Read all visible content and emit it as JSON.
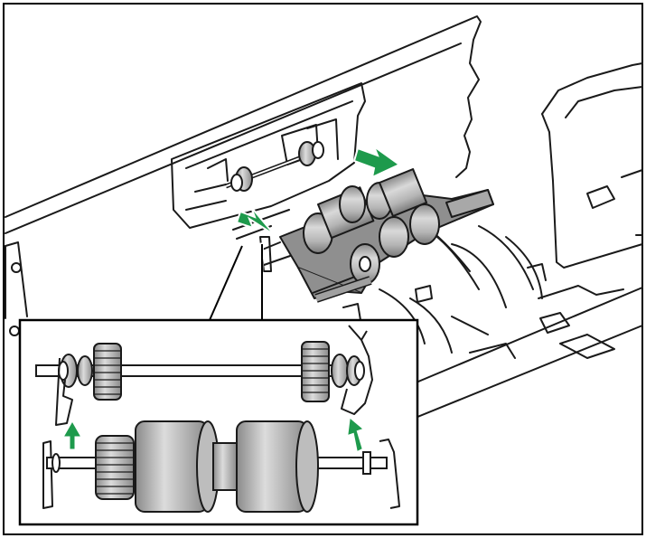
{
  "figure": {
    "main_view": "scanner-open-with-roller-module",
    "inset_view": "roller-shaft-closeup",
    "arrow_count": 4
  },
  "colors": {
    "background": "#ffffff",
    "frame": "#000000",
    "line": "#1a1a1a",
    "roller_light": "#d6d6d6",
    "roller_mid": "#a8a8a8",
    "roller_dark": "#7d7d7d",
    "housing": "#8f8f8f",
    "arrow": "#1e9a4c"
  },
  "icons": [
    "insert-arrow-icon",
    "push-up-arrow-icon"
  ]
}
